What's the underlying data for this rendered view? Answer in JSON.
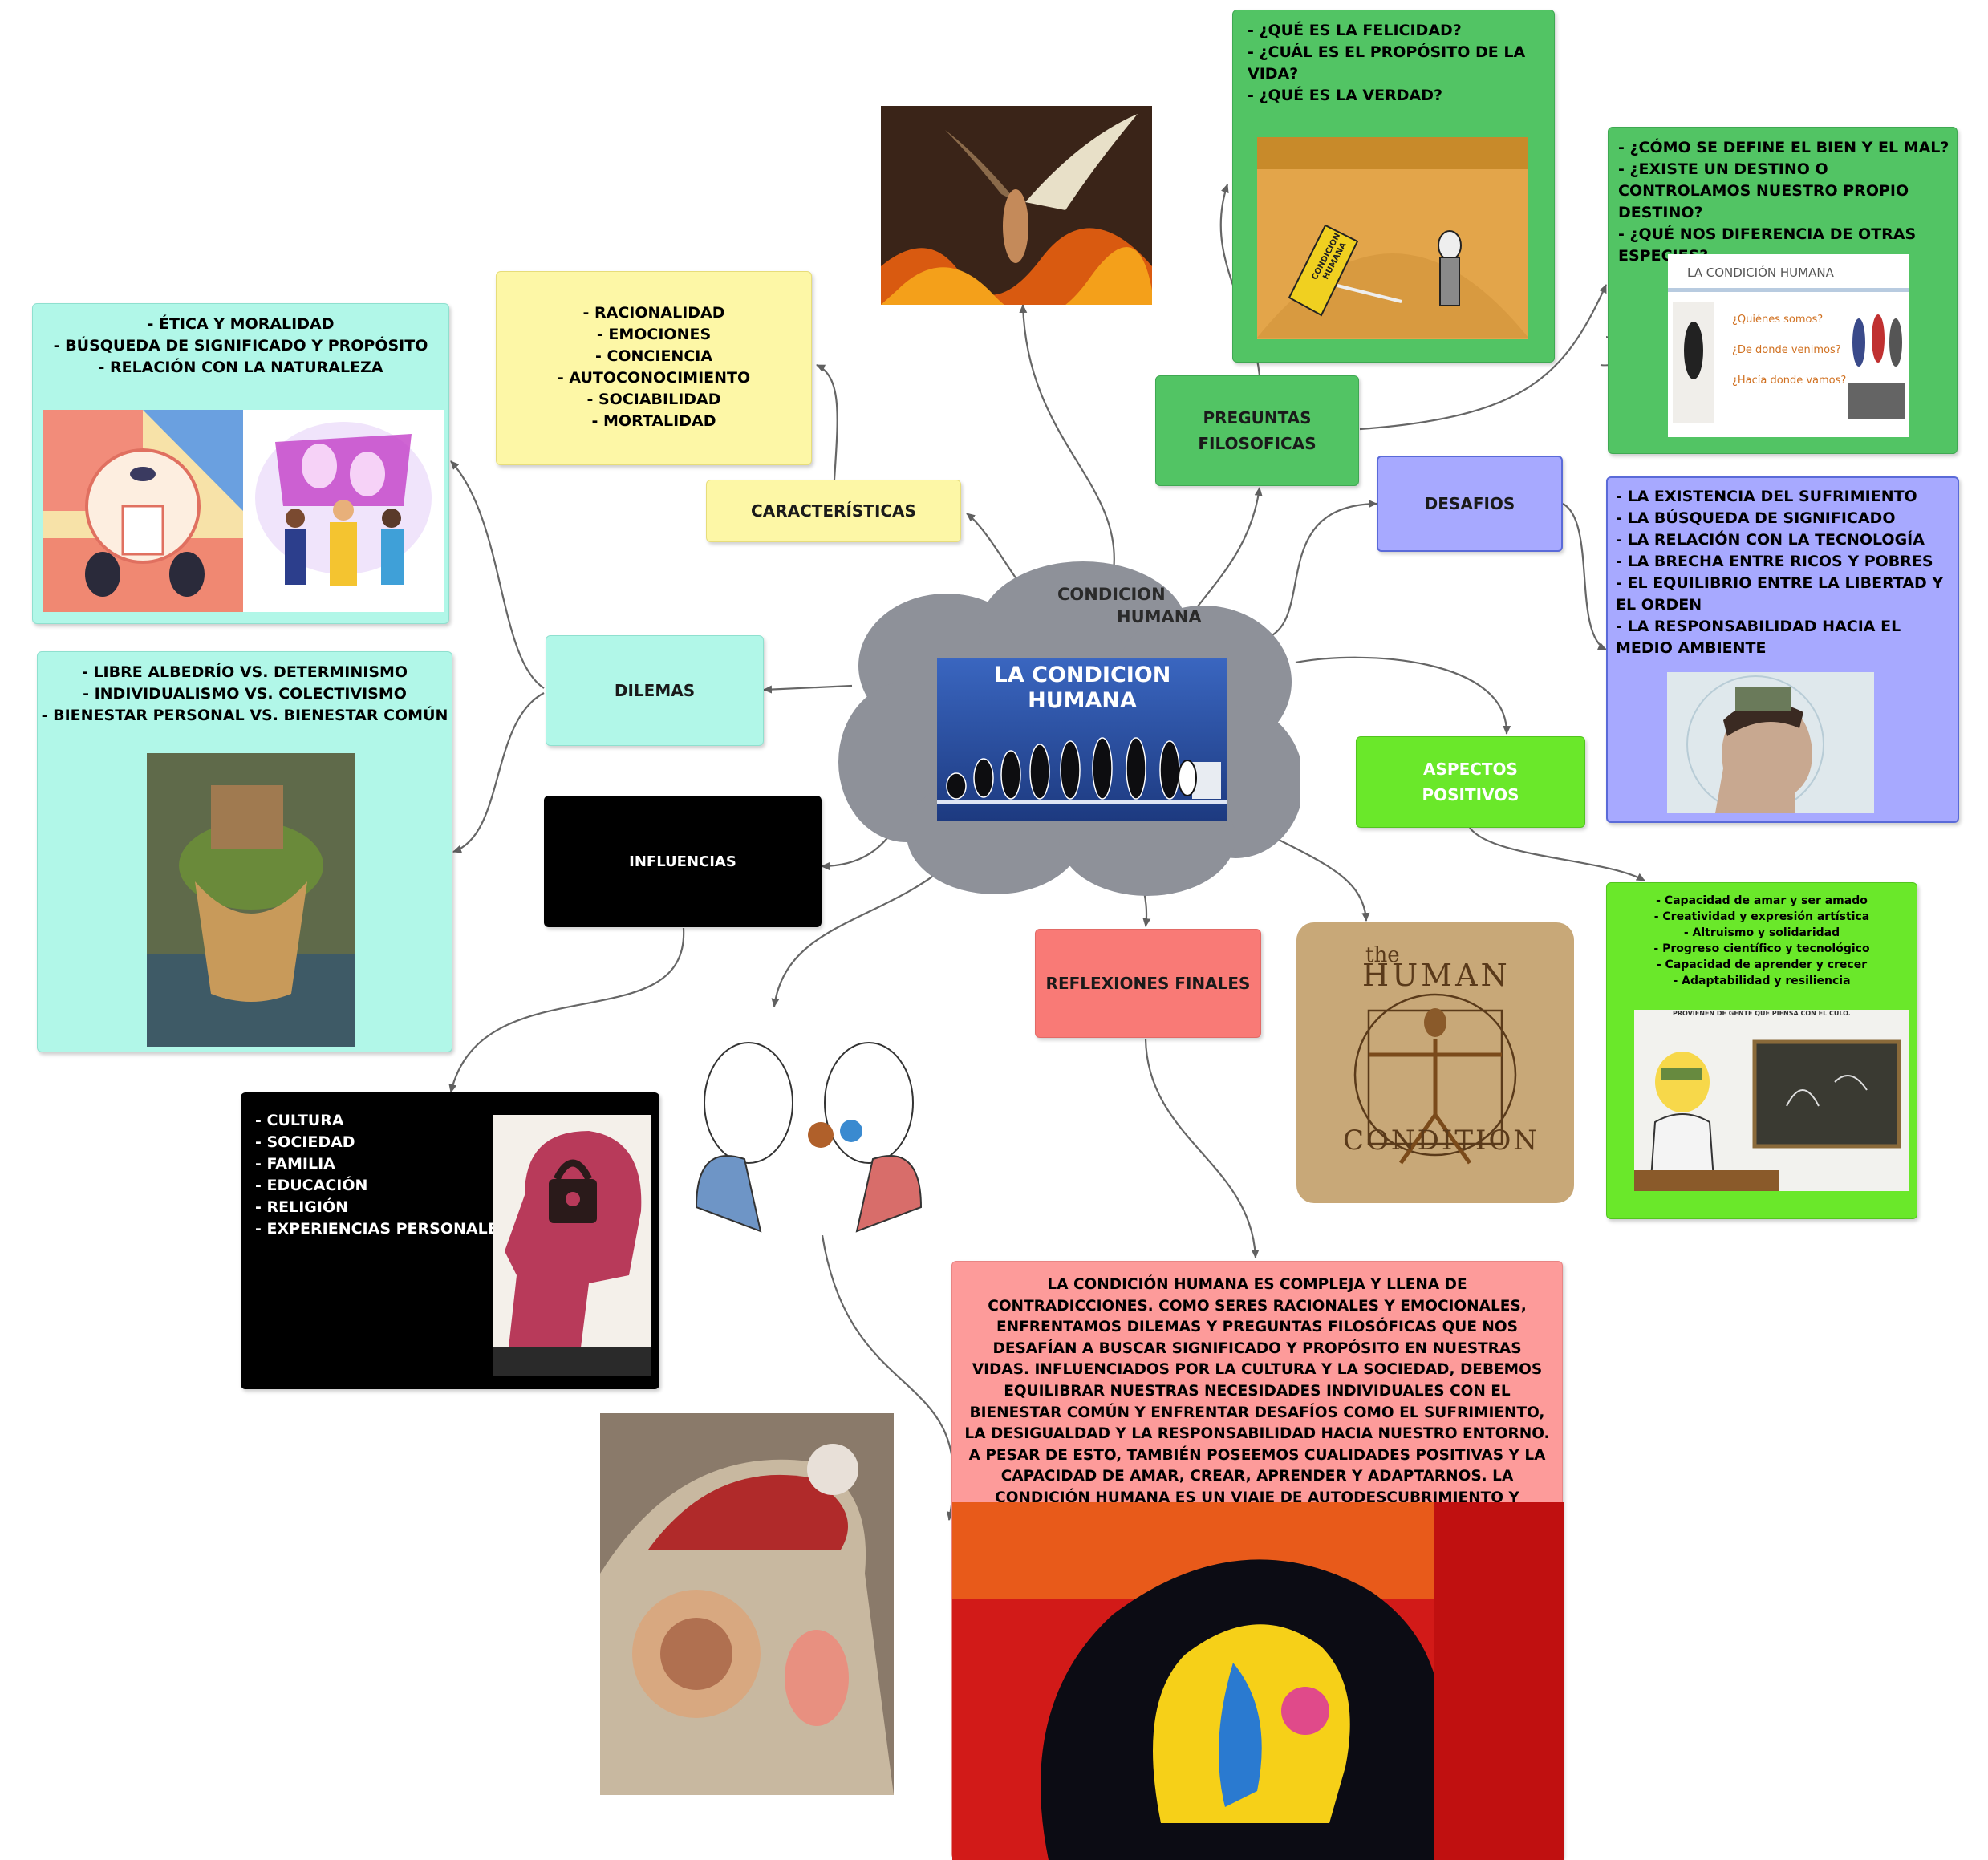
{
  "central": {
    "cloud_label": "CONDICION HUMANA",
    "cloud_label_line1": "CONDICION",
    "cloud_label_line2": "HUMANA",
    "banner_title_line1": "LA CONDICION",
    "banner_title_line2": "HUMANA"
  },
  "caracteristicas": {
    "label": "CARACTERÍSTICAS",
    "items": [
      "- RACIONALIDAD",
      "- EMOCIONES",
      "- CONCIENCIA",
      "- AUTOCONOCIMIENTO",
      "- SOCIABILIDAD",
      "- MORTALIDAD"
    ]
  },
  "dilemas": {
    "label": "DILEMAS",
    "etica_items": [
      "- ÉTICA Y MORALIDAD",
      "- BÚSQUEDA DE SIGNIFICADO Y PROPÓSITO",
      "- RELACIÓN CON LA NATURALEZA"
    ],
    "libre_items": [
      "- LIBRE ALBEDRÍO VS. DETERMINISMO",
      "- INDIVIDUALISMO VS. COLECTIVISMO",
      "- BIENESTAR PERSONAL VS. BIENESTAR COMÚN"
    ]
  },
  "influencias": {
    "label": "INFLUENCIAS",
    "items": [
      "- CULTURA",
      "- SOCIEDAD",
      "- FAMILIA",
      "- EDUCACIÓN",
      "- RELIGIÓN",
      "- EXPERIENCIAS PERSONALES"
    ]
  },
  "preguntas": {
    "label_line1": "PREGUNTAS",
    "label_line2": "FILOSOFICAS",
    "box1_items": [
      "- ¿QUÉ ES LA FELICIDAD?",
      "- ¿CUÁL ES EL PROPÓSITO DE LA VIDA?",
      "- ¿QUÉ ES LA VERDAD?"
    ],
    "box2_items": [
      "- ¿CÓMO SE DEFINE EL BIEN Y EL MAL?",
      "- ¿EXISTE UN DESTINO O CONTROLAMOS NUESTRO PROPIO DESTINO?",
      "- ¿QUÉ NOS DIFERENCIA DE OTRAS ESPECIES?"
    ],
    "img_sign_line1": "CONDICION",
    "img_sign_line2": "HUMANA",
    "slide_title": "LA CONDICIÓN HUMANA",
    "slide_q1": "¿Quiénes somos?",
    "slide_q2": "¿De donde venimos?",
    "slide_q3": "¿Hacía donde vamos?"
  },
  "desafios": {
    "label": "DESAFIOS",
    "items": [
      "- LA EXISTENCIA DEL SUFRIMIENTO",
      "- LA BÚSQUEDA DE SIGNIFICADO",
      "- LA RELACIÓN CON LA TECNOLOGÍA",
      "- LA BRECHA ENTRE RICOS Y POBRES",
      "- EL EQUILIBRIO ENTRE LA LIBERTAD Y EL ORDEN",
      "- LA RESPONSABILIDAD HACIA EL MEDIO AMBIENTE"
    ]
  },
  "aspectos": {
    "label_line1": "ASPECTOS",
    "label_line2": "POSITIVOS",
    "items": [
      "- Capacidad de amar y ser amado",
      "- Creatividad y expresión artística",
      "- Altruismo y solidaridad",
      "- Progreso científico y tecnológico",
      "- Capacidad de aprender y crecer",
      "- Adaptabilidad y resiliencia"
    ],
    "img_caption": "PROVIENEN DE GENTE QUE PIENSA CON EL CULO."
  },
  "reflexiones": {
    "label": "REFLEXIONES FINALES",
    "text": "LA CONDICIÓN HUMANA ES COMPLEJA Y LLENA DE CONTRADICCIONES. COMO SERES RACIONALES Y EMOCIONALES, ENFRENTAMOS DILEMAS Y PREGUNTAS FILOSÓFICAS QUE NOS DESAFÍAN A BUSCAR SIGNIFICADO Y PROPÓSITO EN NUESTRAS VIDAS. INFLUENCIADOS POR LA CULTURA Y LA SOCIEDAD, DEBEMOS EQUILIBRAR NUESTRAS NECESIDADES INDIVIDUALES CON EL BIENESTAR COMÚN Y ENFRENTAR DESAFÍOS COMO EL SUFRIMIENTO, LA DESIGUALDAD Y LA RESPONSABILIDAD HACIA NUESTRO ENTORNO. A PESAR DE ESTO, TAMBIÉN POSEEMOS CUALIDADES POSITIVAS Y LA CAPACIDAD DE AMAR, CREAR, APRENDER Y ADAPTARNOS. LA CONDICIÓN HUMANA ES UN VIAJE DE AUTODESCUBRIMIENTO Y CRECIMIENTO CONSTANTE."
  },
  "vitruvian": {
    "line1": "the",
    "line2": "HUMAN",
    "line3": "CONDITION"
  },
  "colors": {
    "yellow": "#fdf7a6",
    "cyan": "#b1f7e8",
    "green": "#52c464",
    "lime": "#6ae82a",
    "lavender": "#a7a9ff",
    "salmon": "#f97a76",
    "salmon_light": "#fd9b9a",
    "black": "#000000",
    "cloud": "#8e9199",
    "banner": "#2b4e9a",
    "connector": "#606060"
  }
}
